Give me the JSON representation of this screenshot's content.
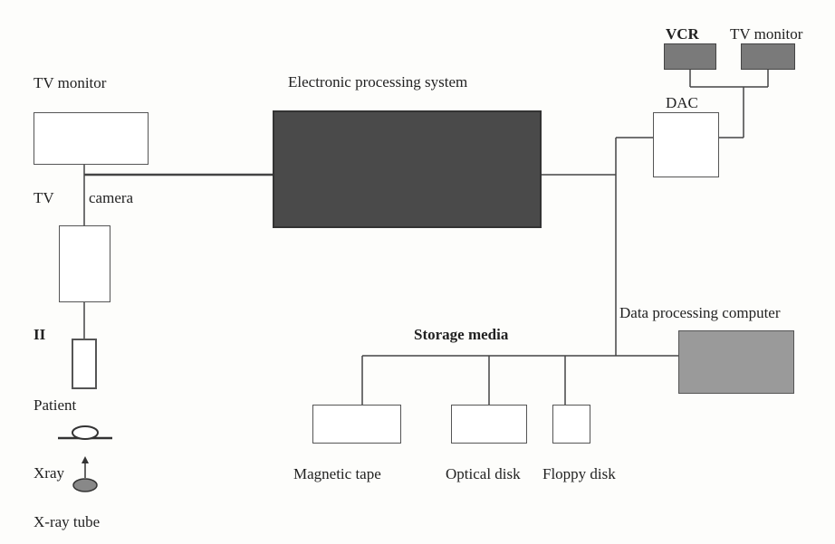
{
  "diagram": {
    "labels": {
      "tv_monitor_left": "TV monitor",
      "electronic_processing": "Electronic processing system",
      "vcr": "VCR",
      "tv_monitor_right": "TV monitor",
      "dac": "DAC",
      "tv": "TV",
      "camera": "camera",
      "ii": "II",
      "patient": "Patient",
      "xray": "Xray",
      "xray_tube": "X-ray tube",
      "storage_media": "Storage media",
      "data_processing": "Data processing computer",
      "magnetic_tape": "Magnetic tape",
      "optical_disk": "Optical disk",
      "floppy_disk": "Floppy disk"
    },
    "colors": {
      "line": "#444444",
      "dark_box": "#4a4a4a",
      "mid_box": "#7a7a7a",
      "dim_box": "#9a9a9a"
    }
  }
}
